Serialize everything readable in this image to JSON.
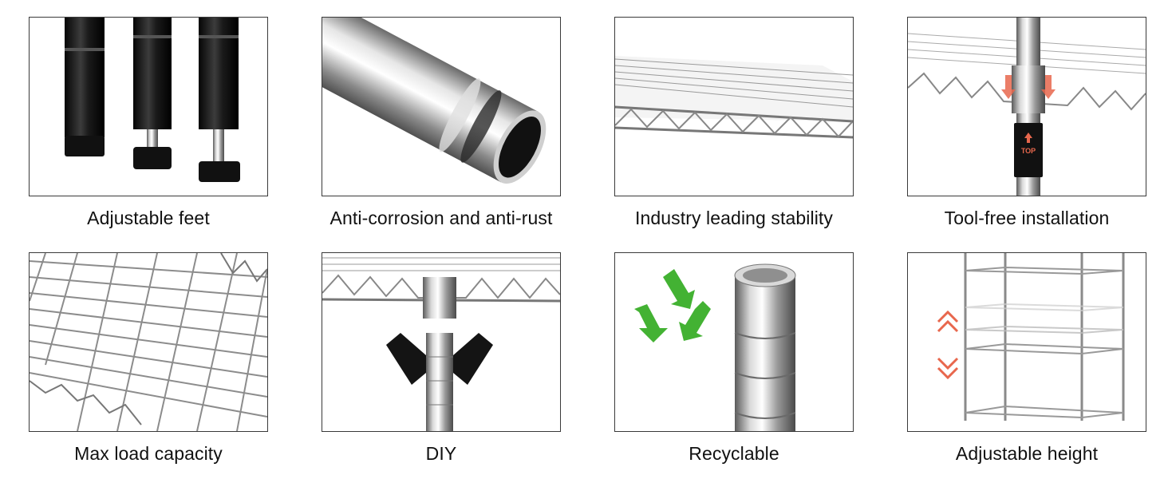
{
  "features": [
    {
      "label": "Adjustable feet",
      "icon": "adjustable-feet-image"
    },
    {
      "label": "Anti-corrosion and anti-rust",
      "icon": "tube-cross-section-image"
    },
    {
      "label": "Industry leading stability",
      "icon": "wire-shelf-edge-image"
    },
    {
      "label": "Tool-free installation",
      "icon": "sleeve-on-pole-image",
      "badge": "TOP"
    },
    {
      "label": "Max load capacity",
      "icon": "wire-grid-image"
    },
    {
      "label": "DIY",
      "icon": "connector-clips-image"
    },
    {
      "label": "Recyclable",
      "icon": "recycle-icon"
    },
    {
      "label": "Adjustable height",
      "icon": "shelving-unit-image"
    }
  ],
  "colors": {
    "accent": "#e8674d",
    "recycle_green": "#43b233",
    "frame_border": "#3a3a3a",
    "text": "#111111"
  }
}
